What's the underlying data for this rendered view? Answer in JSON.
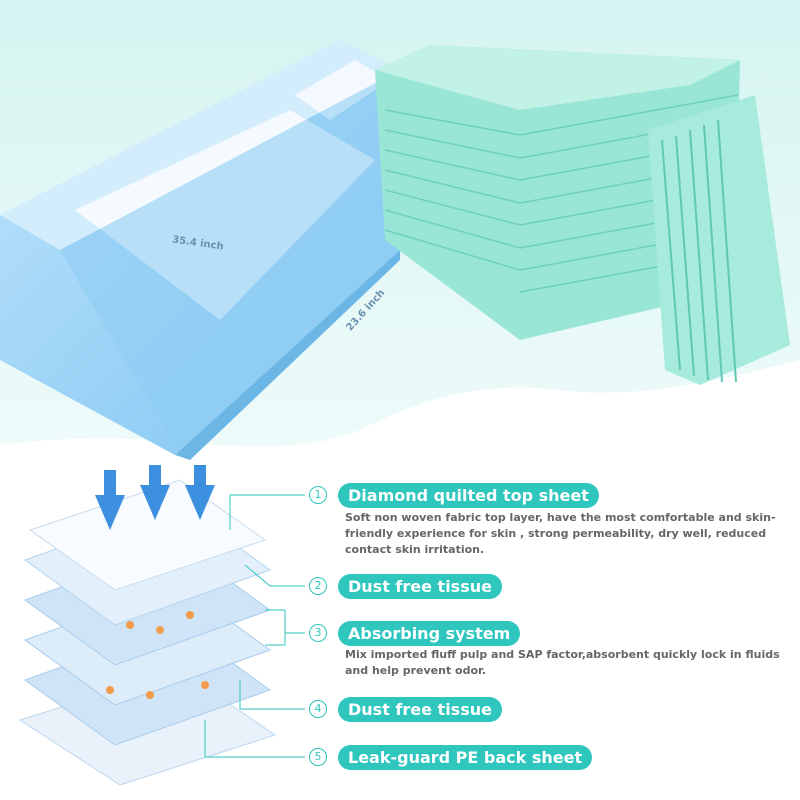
{
  "dimensions": {
    "length": "35.4 inch",
    "width": "23.6 inch"
  },
  "features": [
    {
      "number": "1",
      "title": "Diamond quilted top sheet",
      "description": "Soft non woven fabric top layer, have the most comfortable and skin-friendly experience for skin , strong permeability, dry well, reduced contact skin irritation."
    },
    {
      "number": "2",
      "title": "Dust free tissue"
    },
    {
      "number": "3",
      "title": "Absorbing system",
      "description": "Mix imported fluff pulp and SAP factor,absorbent quickly lock in fluids and help prevent odor."
    },
    {
      "number": "4",
      "title": "Dust free tissue"
    },
    {
      "number": "5",
      "title": "Leak-guard PE back sheet"
    }
  ],
  "colors": {
    "accent": "#2ec6bd",
    "pad": "#8fe3d3",
    "bed": "#9fd4f5"
  }
}
